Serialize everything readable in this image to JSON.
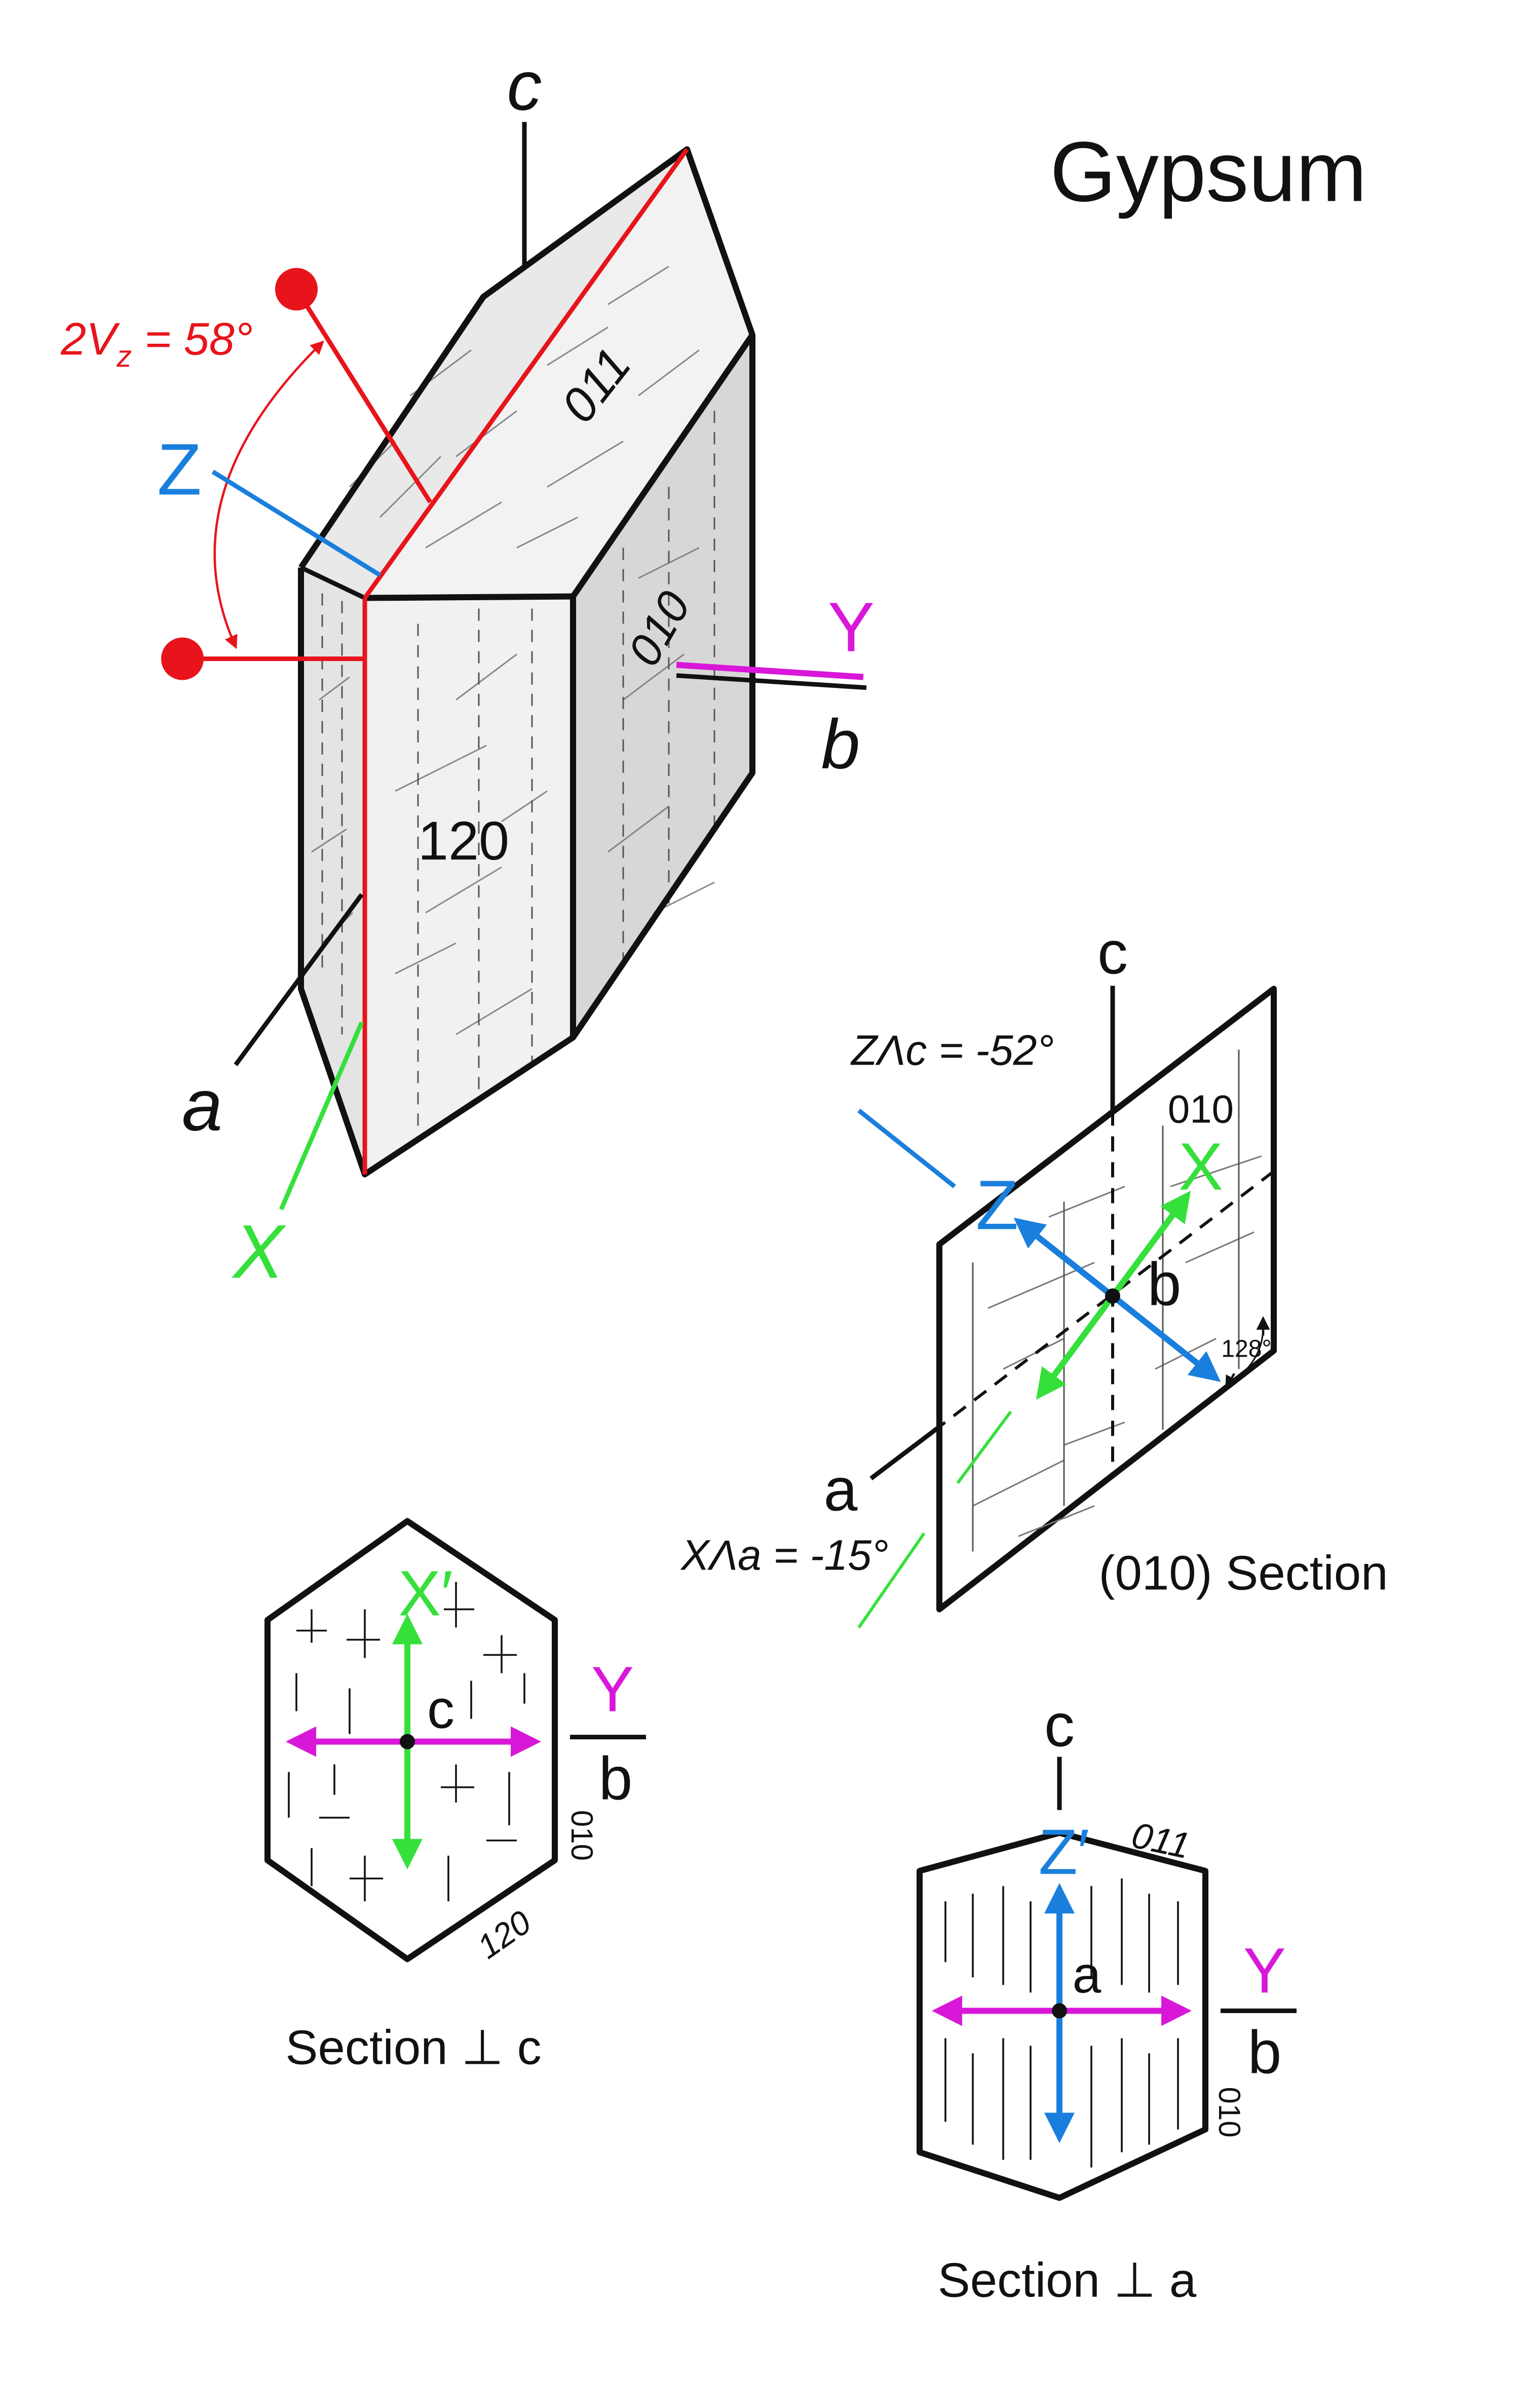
{
  "title": "Gypsum",
  "colors": {
    "red": "#e8141b",
    "blue": "#1a7fdc",
    "green": "#35e03b",
    "magenta": "#d917d9",
    "black": "#111111",
    "face_light": "#efefef",
    "face_dark": "#d6d6d6"
  },
  "crystal": {
    "axis_c": "c",
    "axis_a": "a",
    "axis_b": "b",
    "optic_Z": "Z",
    "optic_X": "X",
    "optic_Y": "Y",
    "face_011": "011",
    "face_010": "010",
    "face_120": "120",
    "angle_2v_prefix": "2V",
    "angle_2v_sub": "z",
    "angle_2v_value": " = 58°"
  },
  "section_010": {
    "title": "(010) Section",
    "axis_c": "c",
    "axis_a": "a",
    "axis_b": "b",
    "optic_Z": "Z",
    "optic_X": "X",
    "face_010": "010",
    "z_angle": "ZΛc = -52°",
    "x_angle": "XΛa = -15°",
    "angle_128": "128°"
  },
  "section_c": {
    "title": "Section ⊥ c",
    "optic_X": "X′",
    "axis_c": "c",
    "optic_Y": "Y",
    "axis_b": "b",
    "face_010": "010",
    "face_120": "120"
  },
  "section_a": {
    "title": "Section ⊥ a",
    "axis_c": "c",
    "optic_Z": "Z′",
    "face_011": "011",
    "axis_a": "a",
    "optic_Y": "Y",
    "axis_b": "b",
    "face_010": "010"
  }
}
